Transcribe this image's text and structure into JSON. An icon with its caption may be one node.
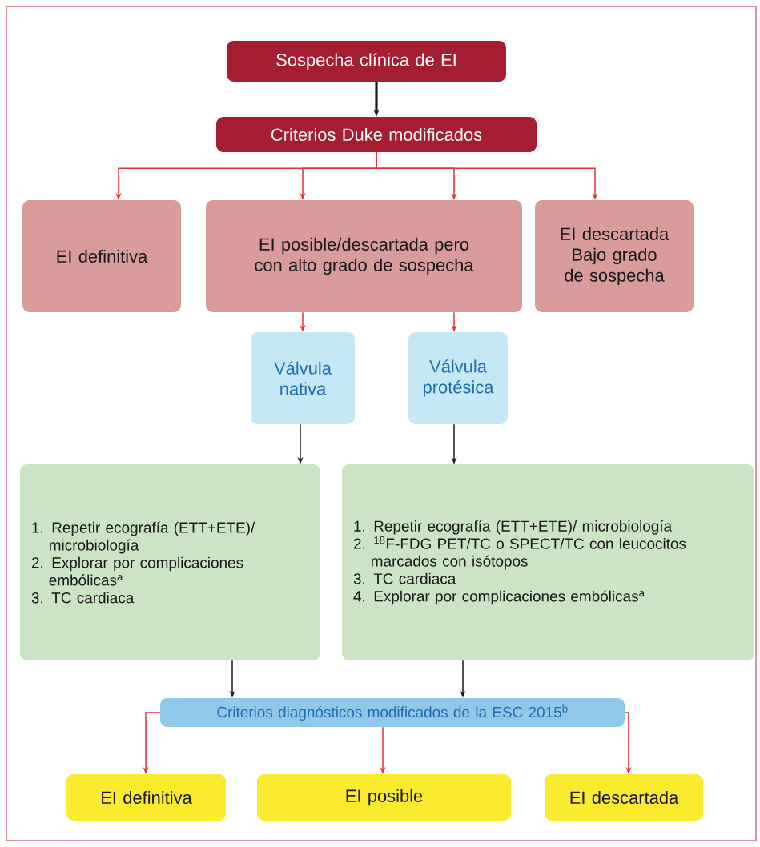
{
  "diagram": {
    "nodes": [
      {
        "text": [
          "Sospecha clínica de EI"
        ]
      },
      {
        "text": [
          "Criterios Duke modificados"
        ]
      },
      {
        "text": [
          "EI definitiva"
        ]
      },
      {
        "text": [
          "EI posible/descartada pero con alto grado de sospecha"
        ]
      },
      {
        "text": [
          "EI descartada Bajo grado de sospecha"
        ]
      },
      {
        "text": [
          "Válvula nativa"
        ]
      },
      {
        "text": [
          "Válvula protésica"
        ]
      },
      {
        "text": [
          "1. Repetir ecografía (ETT+ETE)/ microbiología",
          "2. Explorar por complicaciones embólicas$^{a}$",
          "3. TC cardiaca"
        ]
      },
      {
        "text": [
          "1. Repetir ecografía (ETT+ETE)/ microbiología",
          "2. $^{18}$F-FDG PET/TC o SPECT/TC con leucocitos marcados con isótopos",
          "3. TC cardiaca",
          "4. Explorar por complicaciones embólicas$^{a}$"
        ]
      },
      {
        "text": [
          "Criterios diagnósticos modificados de la ESC 2015$^{b}$"
        ]
      },
      {
        "text": [
          "EI definitiva"
        ]
      },
      {
        "text": [
          "EI posible"
        ]
      },
      {
        "text": [
          "EI descartada"
        ]
      }
    ],
    "edges": [
      {
        "from": 0,
        "to": 1,
        "arrow": "to",
        "style": "thick",
        "color": "#1a1a1a"
      },
      {
        "from": 1,
        "to": 2,
        "arrow": "to"
      },
      {
        "from": 1,
        "to": 3,
        "arrow": "to"
      },
      {
        "from": 1,
        "to": 3,
        "arrow": "to"
      },
      {
        "from": 1,
        "to": 4,
        "arrow": "to"
      },
      {
        "from": 3,
        "to": 5,
        "arrow": "to"
      },
      {
        "from": 3,
        "to": 6,
        "arrow": "to"
      },
      {
        "from": 5,
        "to": 7,
        "arrow": "to",
        "color": "#1a1a1a"
      },
      {
        "from": 6,
        "to": 8,
        "arrow": "to",
        "color": "#1a1a1a"
      },
      {
        "from": 7,
        "to": 9,
        "arrow": "to",
        "color": "#1a1a1a"
      },
      {
        "from": 8,
        "to": 9,
        "arrow": "to",
        "color": "#1a1a1a"
      },
      {
        "from": 9,
        "to": 10,
        "arrow": "to"
      },
      {
        "from": 9,
        "to": 11,
        "arrow": "to"
      },
      {
        "from": 9,
        "to": 12,
        "arrow": "to"
      }
    ]
  }
}
